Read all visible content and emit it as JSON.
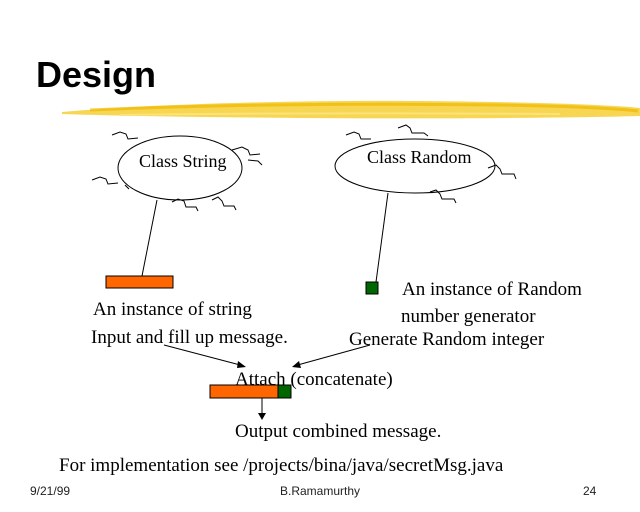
{
  "slide": {
    "title": "Design",
    "colors": {
      "highlight": "#f5c518",
      "string_instance": "#ff6600",
      "random_instance": "#006600"
    },
    "nodes": {
      "class_string": "Class String",
      "class_random": "Class Random"
    },
    "labels": {
      "string_instance_line1": "An instance of string",
      "string_instance_line2": "Input and fill up message.",
      "random_instance_line1": "An instance of Random",
      "random_instance_line2": "number generator",
      "random_action": "Generate Random integer",
      "attach": "Attach (concatenate)",
      "output": "Output combined message.",
      "implementation": "For implementation see /projects/bina/java/secretMsg.java"
    },
    "footer": {
      "date": "9/21/99",
      "author": "B.Ramamurthy",
      "page": "24"
    }
  }
}
